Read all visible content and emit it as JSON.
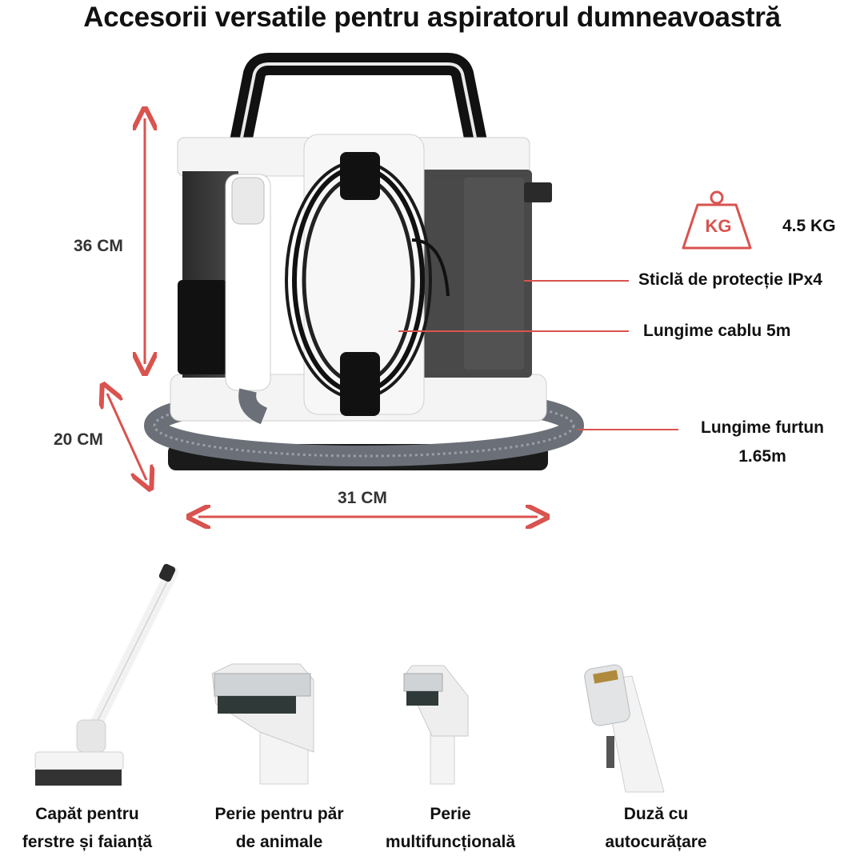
{
  "title": "Accesorii versatile pentru aspiratorul dumneavoastră",
  "dimensions": {
    "height": "36 CM",
    "depth": "20 CM",
    "width": "31 CM"
  },
  "specs": {
    "weight_icon_label": "KG",
    "weight": "4.5 KG",
    "glass": "Sticlă de protecție IPx4",
    "cable": "Lungime cablu 5m",
    "hose_line1": "Lungime furtun",
    "hose_line2": "1.65m"
  },
  "accessories": [
    {
      "line1": "Capăt pentru",
      "line2": "ferstre și faianță",
      "icon": "window-nozzle-icon"
    },
    {
      "line1": "Perie pentru păr",
      "line2": "de animale",
      "icon": "pet-hair-brush-icon"
    },
    {
      "line1": "Perie",
      "line2": "multifuncțională",
      "icon": "multi-brush-icon"
    },
    {
      "line1": "Duză cu",
      "line2": "autocurățare",
      "icon": "self-cleaning-nozzle-icon"
    }
  ],
  "colors": {
    "arrow_red": "#d9534f",
    "body_black": "#1a1a1a",
    "hose_gray": "#6b7078"
  }
}
